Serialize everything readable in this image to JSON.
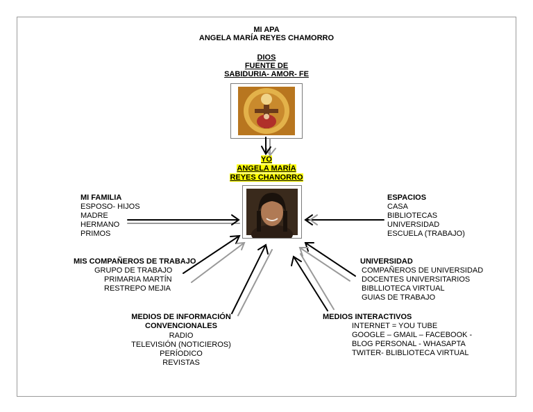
{
  "title": {
    "line1": "MI APA",
    "line2": "ANGELA MARÍA REYES CHAMORRO"
  },
  "dios": {
    "line1": "DIOS",
    "line2": "FUENTE DE",
    "line3": "SABIDURIA- AMOR- FE",
    "image": "religious-icon"
  },
  "yo": {
    "line1": "YO",
    "line2": "ANGELA MARÍA",
    "line3": "REYES CHANORRO",
    "highlight_color": "#ffff00",
    "image": "portrait-photo"
  },
  "familia": {
    "heading": "MI FAMILIA",
    "items": [
      "ESPOSO- HIJOS",
      "MADRE",
      "HERMANO",
      "PRIMOS"
    ]
  },
  "espacios": {
    "heading": "ESPACIOS",
    "items": [
      "CASA",
      "BIBLIOTECAS",
      "UNIVERSIDAD",
      "ESCUELA (TRABAJO)"
    ]
  },
  "companeros": {
    "heading": "MIS COMPAÑEROS DE TRABAJO",
    "items": [
      "GRUPO DE TRABAJO",
      "PRIMARIA MARTÍN",
      "RESTREPO MEJIA"
    ]
  },
  "universidad": {
    "heading": "UNIVERSIDAD",
    "items": [
      "COMPAÑEROS DE UNIVERSIDAD",
      "DOCENTES UNIVERSITARIOS",
      "BIBLLIOTECA VIRTUAL",
      "GUIAS DE TRABAJO"
    ]
  },
  "medios_info": {
    "heading1": "MEDIOS DE INFORMACIÓN",
    "heading2": "CONVENCIONALES",
    "items": [
      "RADIO",
      "TELEVISIÓN (NOTICIEROS)",
      "PERÍODICO",
      "REVISTAS"
    ]
  },
  "medios_inter": {
    "heading": "MEDIOS INTERACTIVOS",
    "items": [
      "INTERNET =  YOU TUBE",
      "GOOGLE – GMAIL – FACEBOOK -",
      "BLOG PERSONAL - WHASAPTA",
      "TWITER- BLIBLIOTECA VIRTUAL"
    ]
  }
}
